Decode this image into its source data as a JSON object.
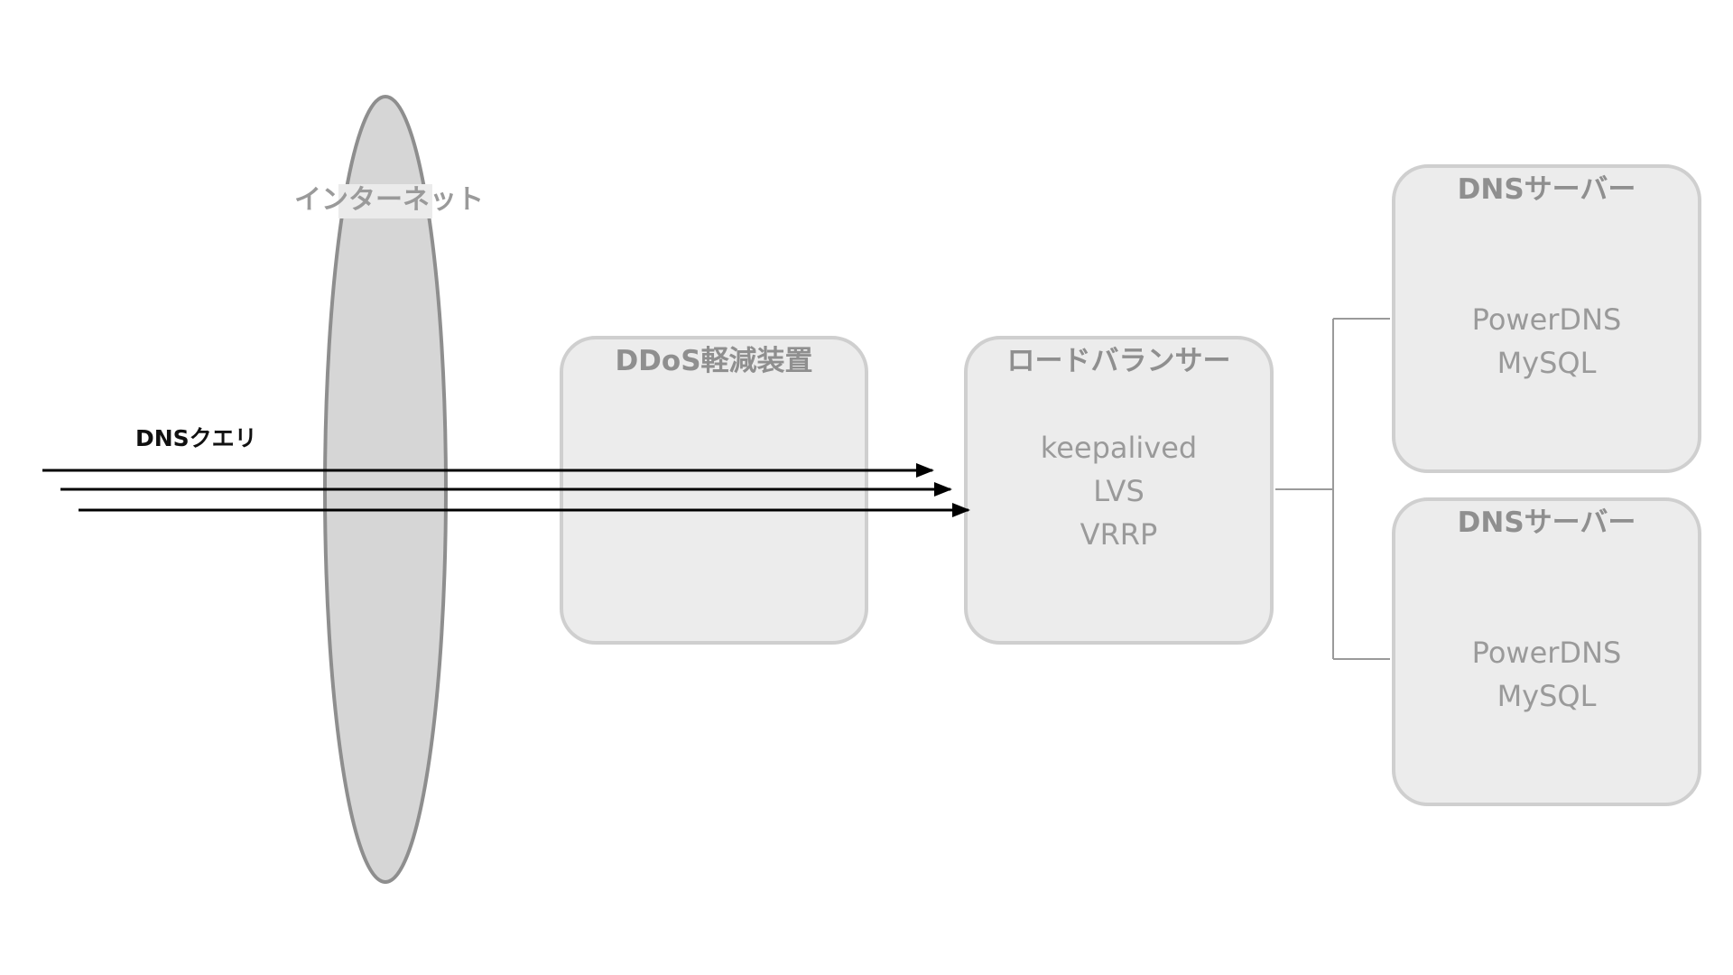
{
  "internet": {
    "label": "インターネット"
  },
  "query": {
    "label": "DNSクエリ"
  },
  "ddos": {
    "title": "DDoS軽減装置"
  },
  "load_balancer": {
    "title": "ロードバランサー",
    "items": [
      "keepalived",
      "LVS",
      "VRRP"
    ]
  },
  "dns_servers": [
    {
      "title": "DNSサーバー",
      "items": [
        "PowerDNS",
        "MySQL"
      ]
    },
    {
      "title": "DNSサーバー",
      "items": [
        "PowerDNS",
        "MySQL"
      ]
    }
  ],
  "colors": {
    "box_fill": "#ececec",
    "box_border": "#cfcfcf",
    "ellipse_fill": "#d6d6d6",
    "ellipse_border": "#8e8e8e",
    "arrow": "#000000",
    "connector": "#9a9a9a"
  }
}
